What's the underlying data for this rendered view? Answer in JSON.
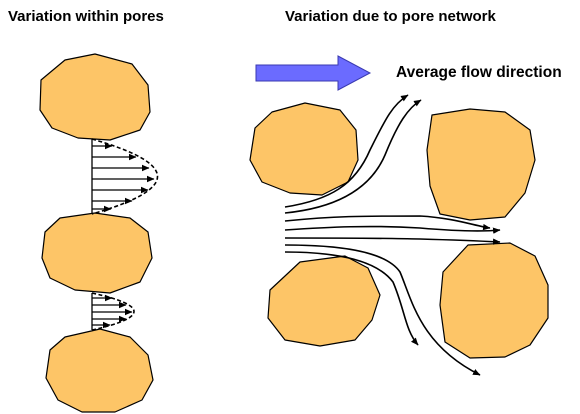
{
  "titles": {
    "left": "Variation within pores",
    "right": "Variation due to pore network"
  },
  "flow_direction_label": "Average flow direction",
  "colors": {
    "grain_fill": "#FDC567",
    "grain_stroke": "#000000",
    "direction_arrow_fill": "#6B6BFF",
    "direction_arrow_stroke": "#3A3AB0",
    "line": "#000000",
    "background": "#FFFFFF"
  }
}
